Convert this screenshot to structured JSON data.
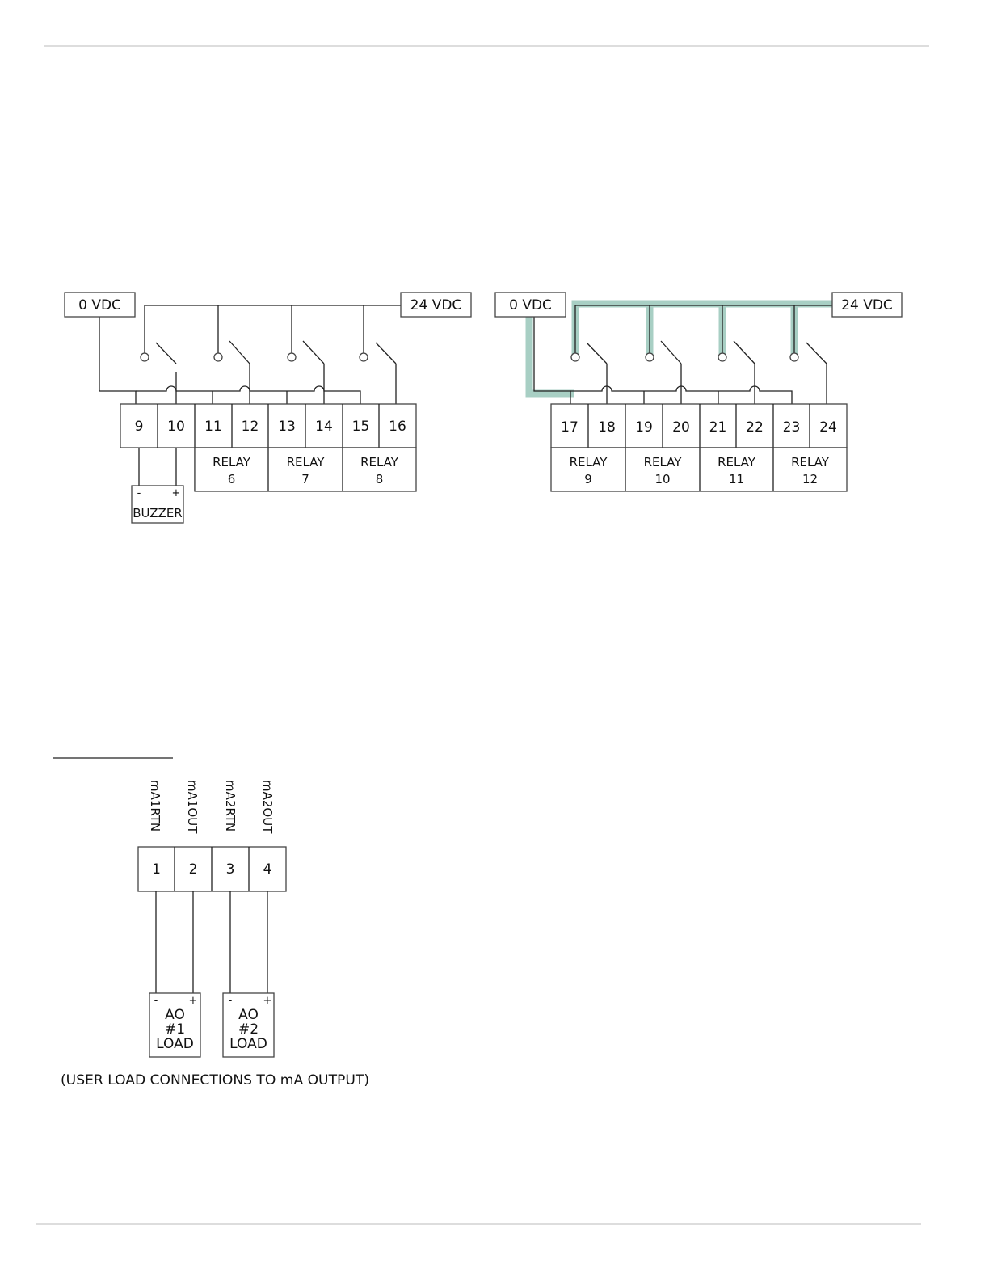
{
  "relay_diagram_left": {
    "supply_neg": "0 VDC",
    "supply_pos": "24 VDC",
    "terminals": [
      "9",
      "10",
      "11",
      "12",
      "13",
      "14",
      "15",
      "16"
    ],
    "relays": [
      {
        "line1": "RELAY",
        "line2": "6"
      },
      {
        "line1": "RELAY",
        "line2": "7"
      },
      {
        "line1": "RELAY",
        "line2": "8"
      }
    ],
    "buzzer": {
      "label": "BUZZER",
      "neg": "-",
      "pos": "+"
    }
  },
  "relay_diagram_right": {
    "supply_neg": "0 VDC",
    "supply_pos": "24 VDC",
    "terminals": [
      "17",
      "18",
      "19",
      "20",
      "21",
      "22",
      "23",
      "24"
    ],
    "relays": [
      {
        "line1": "RELAY",
        "line2": "9"
      },
      {
        "line1": "RELAY",
        "line2": "10"
      },
      {
        "line1": "RELAY",
        "line2": "11"
      },
      {
        "line1": "RELAY",
        "line2": "12"
      }
    ],
    "highlight_color": "#a8cfc4"
  },
  "ma_output_diagram": {
    "signal_labels": [
      "mA1RTN",
      "mA1OUT",
      "mA2RTN",
      "mA2OUT"
    ],
    "terminals": [
      "1",
      "2",
      "3",
      "4"
    ],
    "loads": [
      {
        "line1": "AO",
        "line2": "#1",
        "line3": "LOAD",
        "neg": "-",
        "pos": "+"
      },
      {
        "line1": "AO",
        "line2": "#2",
        "line3": "LOAD",
        "neg": "-",
        "pos": "+"
      }
    ],
    "caption": "(USER LOAD CONNECTIONS TO mA OUTPUT)"
  }
}
